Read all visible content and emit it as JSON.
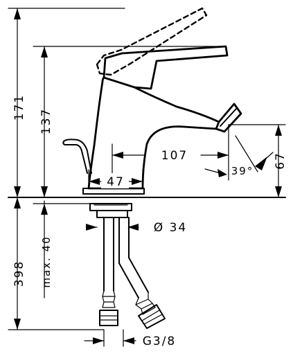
{
  "dimensions": {
    "total_height": "171",
    "spout_height": "137",
    "spout_reach": "107",
    "base_width": "47",
    "aerator_height": "67",
    "spout_angle": "39°",
    "hole_diameter": "Ø 34",
    "hose_length": "398",
    "max_countertop": "max. 40",
    "connection_thread": "G3/8"
  }
}
